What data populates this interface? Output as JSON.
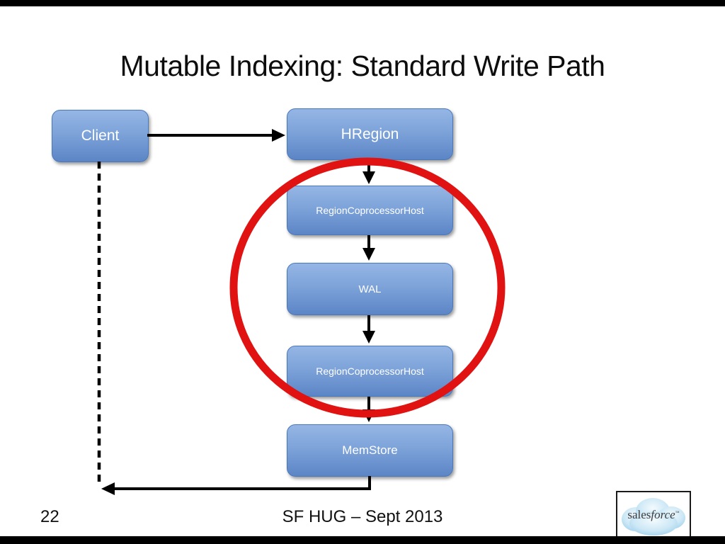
{
  "slide": {
    "title": "Mutable Indexing: Standard Write Path",
    "page_number": "22",
    "footer": "SF HUG – Sept 2013"
  },
  "diagram": {
    "nodes": [
      {
        "id": "client",
        "label": "Client"
      },
      {
        "id": "hregion",
        "label": "HRegion"
      },
      {
        "id": "rch1",
        "label": "RegionCoprocessorHost"
      },
      {
        "id": "wal",
        "label": "WAL"
      },
      {
        "id": "rch2",
        "label": "RegionCoprocessorHost"
      },
      {
        "id": "memstore",
        "label": "MemStore"
      }
    ],
    "edges": [
      {
        "from": "Client",
        "to": "HRegion",
        "style": "solid-arrow"
      },
      {
        "from": "HRegion",
        "to": "RegionCoprocessorHost",
        "style": "solid-arrow"
      },
      {
        "from": "RegionCoprocessorHost",
        "to": "WAL",
        "style": "solid-arrow"
      },
      {
        "from": "WAL",
        "to": "RegionCoprocessorHost",
        "style": "solid-arrow"
      },
      {
        "from": "RegionCoprocessorHost",
        "to": "MemStore",
        "style": "solid-arrow"
      },
      {
        "from": "MemStore",
        "to": "Client",
        "style": "solid-arrow-return"
      },
      {
        "from": "Client",
        "to": "return-junction",
        "style": "dashed-line"
      }
    ],
    "highlight": {
      "shape": "ellipse",
      "color": "#e01212",
      "encircles": [
        "RegionCoprocessorHost",
        "WAL",
        "RegionCoprocessorHost"
      ]
    }
  },
  "logo": {
    "brand": "salesforce",
    "sales": "sales",
    "force": "force",
    "tm": "™"
  },
  "colors": {
    "node_fill_top": "#95b6e5",
    "node_fill_bottom": "#5c85c6",
    "node_border": "#4a79bb",
    "node_text": "#ffffff",
    "arrow": "#000000",
    "highlight_red": "#e01212",
    "background": "#ffffff"
  }
}
